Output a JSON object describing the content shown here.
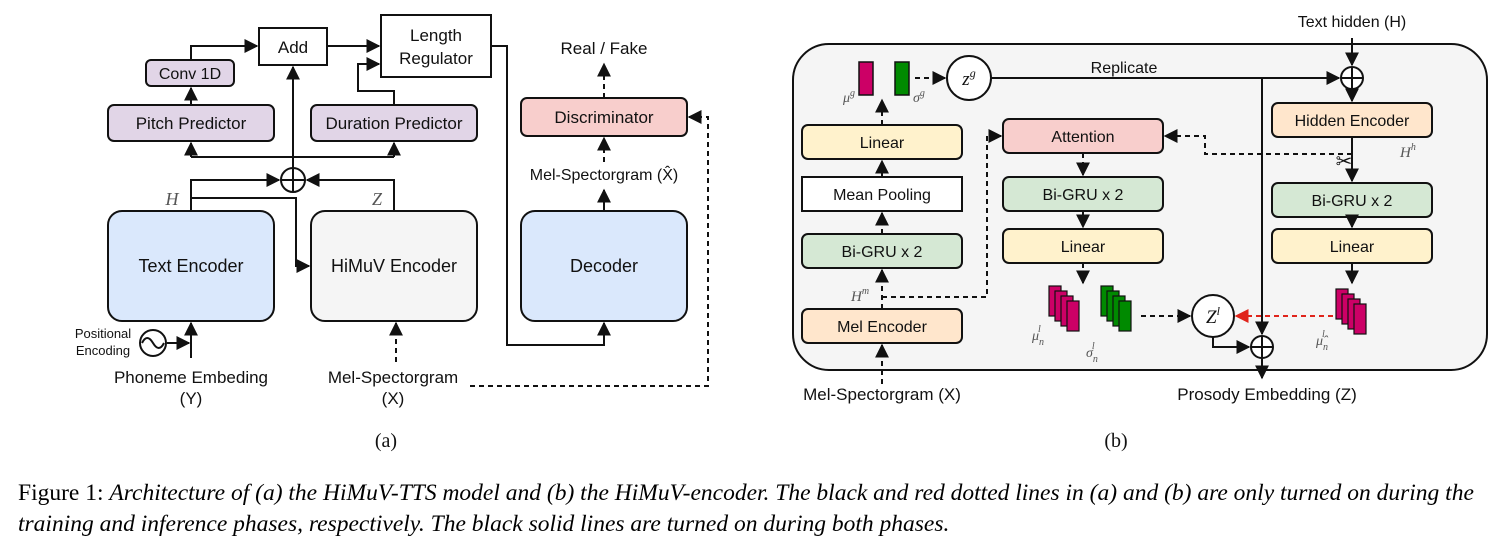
{
  "panel_a": {
    "blocks": {
      "conv1d": "Conv 1D",
      "add": "Add",
      "length_regulator_l1": "Length",
      "length_regulator_l2": "Regulator",
      "pitch_predictor": "Pitch Predictor",
      "duration_predictor": "Duration Predictor",
      "text_encoder": "Text Encoder",
      "himuv_encoder": "HiMuV Encoder",
      "decoder": "Decoder",
      "discriminator": "Discriminator"
    },
    "labels": {
      "h_symbol": "H",
      "z_symbol": "Z",
      "real_fake": "Real / Fake",
      "mel_hat": "Mel-Spectorgram (X̂)",
      "positional_l1": "Positional",
      "positional_l2": "Encoding",
      "phoneme_l1": "Phoneme Embeding",
      "phoneme_l2": "(Y)",
      "mel_in_l1": "Mel-Spectorgram",
      "mel_in_l2": "(X)",
      "panel_tag": "(a)"
    }
  },
  "panel_b": {
    "blocks": {
      "linear_left": "Linear",
      "mean_pooling": "Mean Pooling",
      "bigru_left": "Bi-GRU x 2",
      "mel_encoder": "Mel Encoder",
      "attention": "Attention",
      "bigru_mid": "Bi-GRU x 2",
      "linear_mid": "Linear",
      "hidden_encoder": "Hidden Encoder",
      "bigru_right": "Bi-GRU x 2",
      "linear_right": "Linear"
    },
    "labels": {
      "mu_g": "μ^g",
      "sigma_g": "σ^g",
      "z_g": "z^g",
      "replicate": "Replicate",
      "text_hidden": "Text hidden (H)",
      "h_h": "H^h",
      "h_m": "H^m",
      "mu_l": "μ_n^l",
      "sigma_l": "σ_n^l",
      "z_l": "Z^l",
      "mu_hat_l": "μ̂_n^l",
      "mel_in": "Mel-Spectorgram (X)",
      "prosody": "Prosody Embedding (Z)",
      "panel_tag": "(b)"
    }
  },
  "caption": {
    "prefix": "Figure 1: ",
    "text": "Architecture of (a) the HiMuV-TTS model and (b) the HiMuV-encoder. The black and red dotted lines in (a) and (b) are only turned on during the training and inference phases, respectively. The black solid lines are turned on during both phases."
  },
  "colors": {
    "purple": "#e1d5e7",
    "blue": "#dae8fc",
    "gray": "#f5f5f5",
    "red": "#f8cecc",
    "orange": "#ffe6cc",
    "yellow": "#fff2cc",
    "green": "#d5e8d4",
    "magenta": "#cc0066",
    "dark_green": "#008a00",
    "red_arrow": "#e0241b"
  }
}
